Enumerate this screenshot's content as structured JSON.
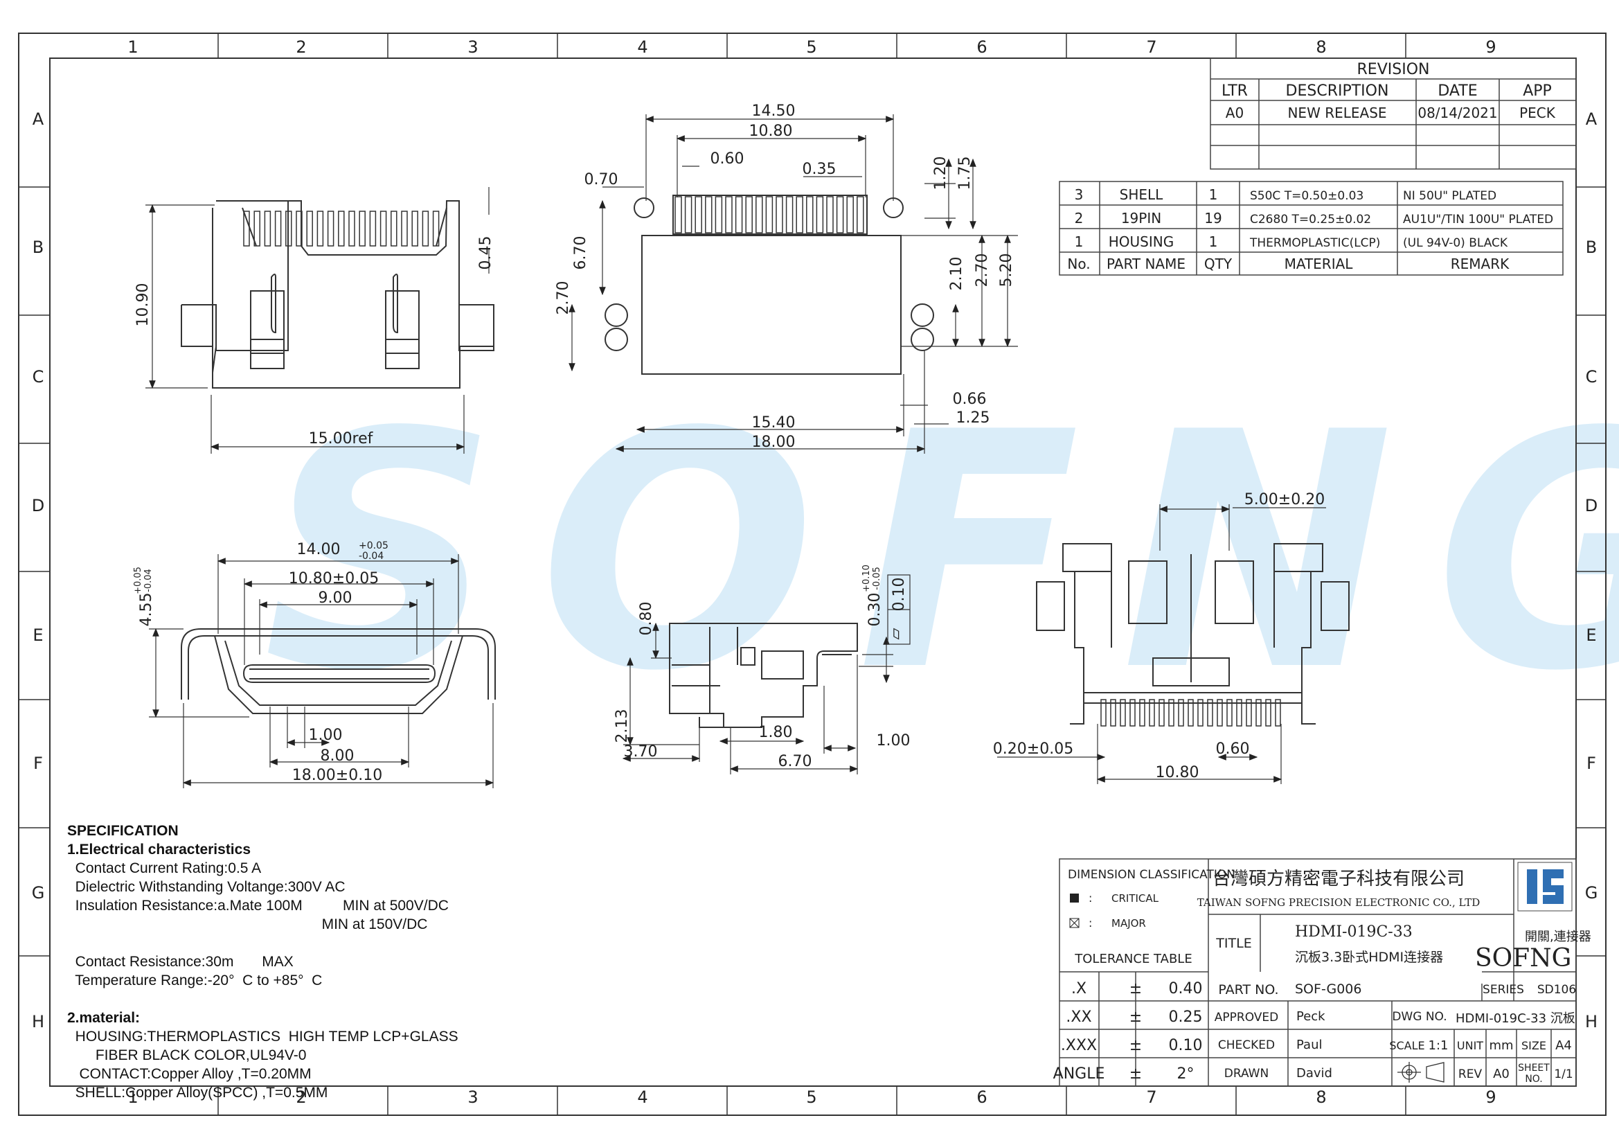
{
  "border": {
    "columns": [
      "1",
      "2",
      "3",
      "4",
      "5",
      "6",
      "7",
      "8",
      "9"
    ],
    "rows": [
      "A",
      "B",
      "C",
      "D",
      "E",
      "F",
      "G",
      "H"
    ]
  },
  "watermark": {
    "text": "SOFNG",
    "colors": [
      "#cfe7f7",
      "#f7d6cc"
    ]
  },
  "revision": {
    "title": "REVISION",
    "headers": [
      "LTR",
      "DESCRIPTION",
      "DATE",
      "APP"
    ],
    "row": [
      "A0",
      "NEW RELEASE",
      "08/14/2021",
      "PECK"
    ]
  },
  "bom": {
    "rows": [
      [
        "3",
        "SHELL",
        "1",
        "S50C  T=0.50±0.03",
        "NI 50U\" PLATED"
      ],
      [
        "2",
        "19PIN",
        "19",
        "C2680  T=0.25±0.02",
        "AU1U\"/TIN 100U\" PLATED"
      ],
      [
        "1",
        "HOUSING",
        "1",
        "THERMOPLASTIC(LCP)",
        "(UL 94V-0) BLACK"
      ]
    ],
    "headers": [
      "No.",
      "PART NAME",
      "QTY",
      "MATERIAL",
      "REMARK"
    ]
  },
  "dims": {
    "top_left": {
      "height": "10.90",
      "width": "15.00ref",
      "tab": "0.45"
    },
    "top_right": {
      "w1": "14.50",
      "w2": "10.80",
      "p1": "0.60",
      "p2": "0.35",
      "p3": "0.70",
      "v1": "1.20",
      "v2": "1.75",
      "h1": "6.70",
      "h2": "2.70",
      "h3": "2.10",
      "h4": "2.70",
      "h5": "5.20",
      "b1": "0.66",
      "b2": "1.25",
      "b3": "15.40",
      "b4": "18.00"
    },
    "front": {
      "w1": "14.00",
      "w1_tol_up": "+0.05",
      "w1_tol_dn": "-0.04",
      "w2": "10.80±0.05",
      "w3": "9.00",
      "h1": "4.55",
      "h1_tol_up": "+0.05",
      "h1_tol_dn": "-0.04",
      "b1": "1.00",
      "b2": "8.00",
      "b3": "18.00±0.10"
    },
    "side": {
      "h1": "0.80",
      "h2": "2.13",
      "f1": "0.30",
      "f1_tol_up": "+0.10",
      "f1_tol_dn": "-0.05",
      "flat": "0.10",
      "b1": "1.80",
      "b2": "1.00",
      "b3": "3.70",
      "b4": "6.70"
    },
    "bottom": {
      "top": "5.00±0.20",
      "l1": "0.20±0.05",
      "l2": "0.60",
      "l3": "10.80"
    }
  },
  "spec": {
    "title": "SPECIFICATION",
    "lines": [
      "1.Electrical characteristics",
      "  Contact Current Rating:0.5 A",
      "  Dielectric Withstanding Voltange:300V AC",
      "  Insulation Resistance:a.Mate 100M          MIN at 500V/DC",
      "                                                               MIN at 150V/DC",
      "",
      "  Contact Resistance:30m       MAX",
      "  Temperature Range:-20°  C to +85°  C",
      "",
      "2.material:",
      "  HOUSING:THERMOPLASTICS  HIGH TEMP LCP+GLASS",
      "       FIBER BLACK COLOR,UL94V-0",
      "   CONTACT:Copper Alloy ,T=0.20MM",
      "  SHELL:Copper Alloy(SPCC) ,T=0.5MM"
    ]
  },
  "titleblock": {
    "dim_class": "DIMENSION  CLASSIFICATION",
    "critical": "CRITICAL",
    "major": "MAJOR",
    "tolerance_title": "TOLERANCE  TABLE",
    "tolerances": [
      [
        ".X",
        "±",
        "0.40"
      ],
      [
        ".XX",
        "±",
        "0.25"
      ],
      [
        ".XXX",
        "±",
        "0.10"
      ],
      [
        "ANGLE",
        "±",
        "2°"
      ]
    ],
    "company_cn": "台灣碩方精密電子科技有限公司",
    "company_en": "TAIWAN SOFNG PRECISION ELECTRONIC CO., LTD",
    "title_label": "TITLE",
    "title_1": "HDMI-019C-33",
    "title_2": "沉板3.3卧式HDMI连接器",
    "brand_cn": "開關,連接器",
    "brand": "SOFNG",
    "part_no_label": "PART NO.",
    "part_no": "SOF-G006",
    "series_label": "SERIES",
    "series": "SD106",
    "approved_label": "APPROVED",
    "approved": "Peck",
    "dwg_label": "DWG NO.",
    "dwg": "HDMI-019C-33 沉板",
    "checked_label": "CHECKED",
    "checked": "Paul",
    "scale_label": "SCALE",
    "scale": "1:1",
    "unit_label": "UNIT",
    "unit": "mm",
    "size_label": "SIZE",
    "size": "A4",
    "drawn_label": "DRAWN",
    "drawn": "David",
    "rev_label": "REV",
    "rev": "A0",
    "sheet_label_1": "SHEET",
    "sheet_label_2": "NO.",
    "sheet": "1/1"
  }
}
